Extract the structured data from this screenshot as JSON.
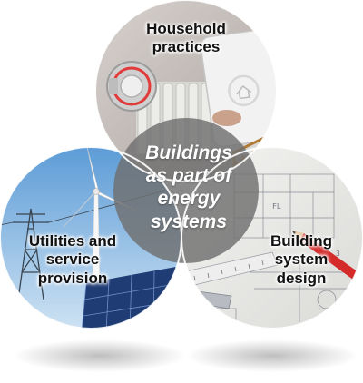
{
  "diagram": {
    "center_label": [
      "Buildings",
      "as part of",
      "energy",
      "systems"
    ],
    "circles": [
      {
        "id": "top",
        "label": [
          "Household",
          "practices"
        ]
      },
      {
        "id": "left",
        "label": [
          "Utilities and",
          "service",
          "provision"
        ]
      },
      {
        "id": "right",
        "label": [
          "Building",
          "system",
          "design"
        ]
      }
    ]
  },
  "colors": {
    "center_overlay": "#6f6f6f",
    "label_text": "#111111",
    "center_text": "#ffffff"
  }
}
